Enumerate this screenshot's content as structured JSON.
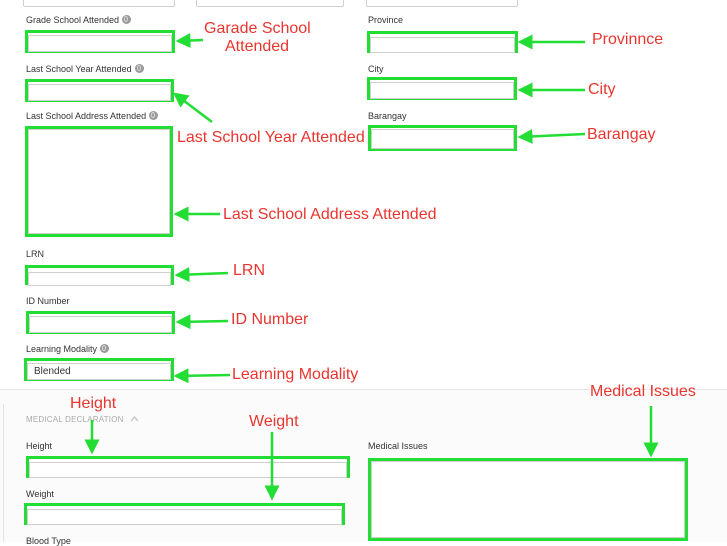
{
  "form": {
    "grade_school": {
      "label": "Grade School Attended",
      "value": ""
    },
    "last_school_year": {
      "label": "Last School Year Attended",
      "value": ""
    },
    "last_school_address": {
      "label": "Last School Address Attended",
      "value": ""
    },
    "lrn": {
      "label": "LRN",
      "value": ""
    },
    "id_number": {
      "label": "ID Number",
      "value": ""
    },
    "learning_modality": {
      "label": "Learning Modality",
      "value": "Blended"
    },
    "province": {
      "label": "Province",
      "value": ""
    },
    "city": {
      "label": "City",
      "value": ""
    },
    "barangay": {
      "label": "Barangay",
      "value": ""
    }
  },
  "medical": {
    "section_title": "MEDICAL DECLARATION",
    "height": {
      "label": "Height",
      "value": ""
    },
    "weight": {
      "label": "Weight",
      "value": ""
    },
    "medical_issues": {
      "label": "Medical Issues",
      "value": ""
    },
    "blood_type": {
      "label": "Blood Type"
    }
  },
  "annotations": {
    "grade_school_1": "Garade School",
    "grade_school_2": "Attended",
    "province": "Provinnce",
    "city": "City",
    "barangay": "Barangay",
    "last_school_year": "Last School Year Attended",
    "last_school_address": "Last School Address Attended",
    "lrn": "LRN",
    "id_number": "ID Number",
    "learning_modality": "Learning Modality",
    "medical_issues": "Medical Issues",
    "height": "Height",
    "weight": "Weight"
  },
  "colors": {
    "highlight": "#22dd33",
    "annotation": "#e8352f",
    "label": "#333333"
  },
  "icons": {
    "info": "globe-info-icon",
    "section_toggle": "chevron-up-icon"
  }
}
